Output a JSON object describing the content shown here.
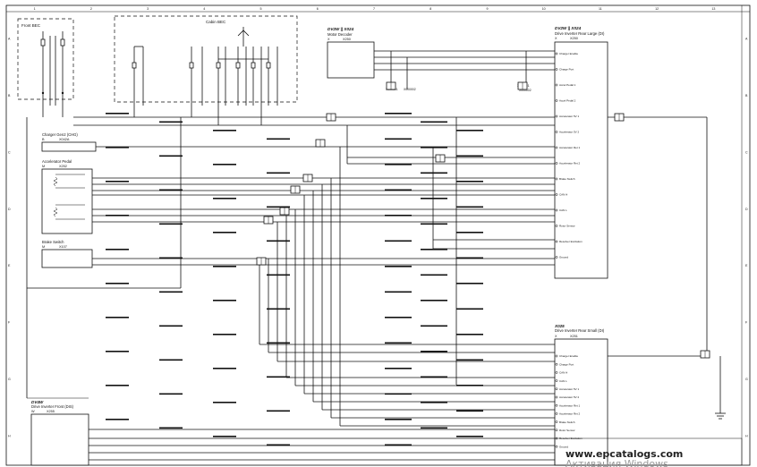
{
  "border": {
    "columns": [
      "1",
      "2",
      "3",
      "4",
      "5",
      "6",
      "7",
      "8",
      "9",
      "10",
      "11",
      "12",
      "13"
    ],
    "rows": [
      "A",
      "B",
      "C",
      "D",
      "E",
      "F",
      "G",
      "H"
    ]
  },
  "fuse_boxes": {
    "front": "Front BEC",
    "cabin": "Cabin BEC"
  },
  "components": {
    "charger": {
      "name": "Charger Gen2 (CHG)",
      "code": "X042A",
      "letter": "B"
    },
    "accel": {
      "name": "Accelerator Pedal",
      "code": "X252",
      "letter": "M"
    },
    "brake": {
      "name": "Brake Switch",
      "code": "X107",
      "letter": "M"
    },
    "motor_decoder": {
      "tag": "DV2W || X024",
      "name": "Motor Decoder",
      "code": "X250",
      "letter": "X"
    },
    "inverter_large": {
      "tag": "DV2W || X024",
      "name": "Drive Inverter Rear Large (DI)",
      "code": "X250",
      "letter": "X"
    },
    "inverter_small": {
      "tag": "X025",
      "name": "Drive Inverter Rear Small (DI)",
      "code": "X251",
      "letter": "X"
    },
    "inverter_front": {
      "tag": "DV4W",
      "name": "Drive Inverter Front (DIS)",
      "code": "X255",
      "letter": "W"
    }
  },
  "inverter_large_pins": [
    "Charger Enable",
    "Charge Port",
    "Accel Pedal 1",
    "Accel Pedal 2",
    "Accelerator 5V 1",
    "Accelerator 5V 2",
    "Accelerator Ret 1",
    "Accelerator Ret 2",
    "Brake Switch",
    "CAN H",
    "CAN L",
    "Rotor Sensor",
    "Resolver Excitation",
    "Ground"
  ],
  "inverter_small_pins": [
    "Charger Enable",
    "Charge Port",
    "CAN H",
    "CAN L",
    "Accelerator 5V 1",
    "Accelerator 5V 2",
    "Accelerator Ret 1",
    "Accelerator Ret 2",
    "Brake Switch",
    "Rotor Sensor",
    "Resolver Excitation",
    "Ground"
  ],
  "splice_labels": {
    "x1": "X000001",
    "x2": "X000002",
    "x3": "X000001",
    "x4": "X000002"
  },
  "watermark": {
    "url": "www.epcatalogs.com",
    "activate": "Активация Windows"
  }
}
